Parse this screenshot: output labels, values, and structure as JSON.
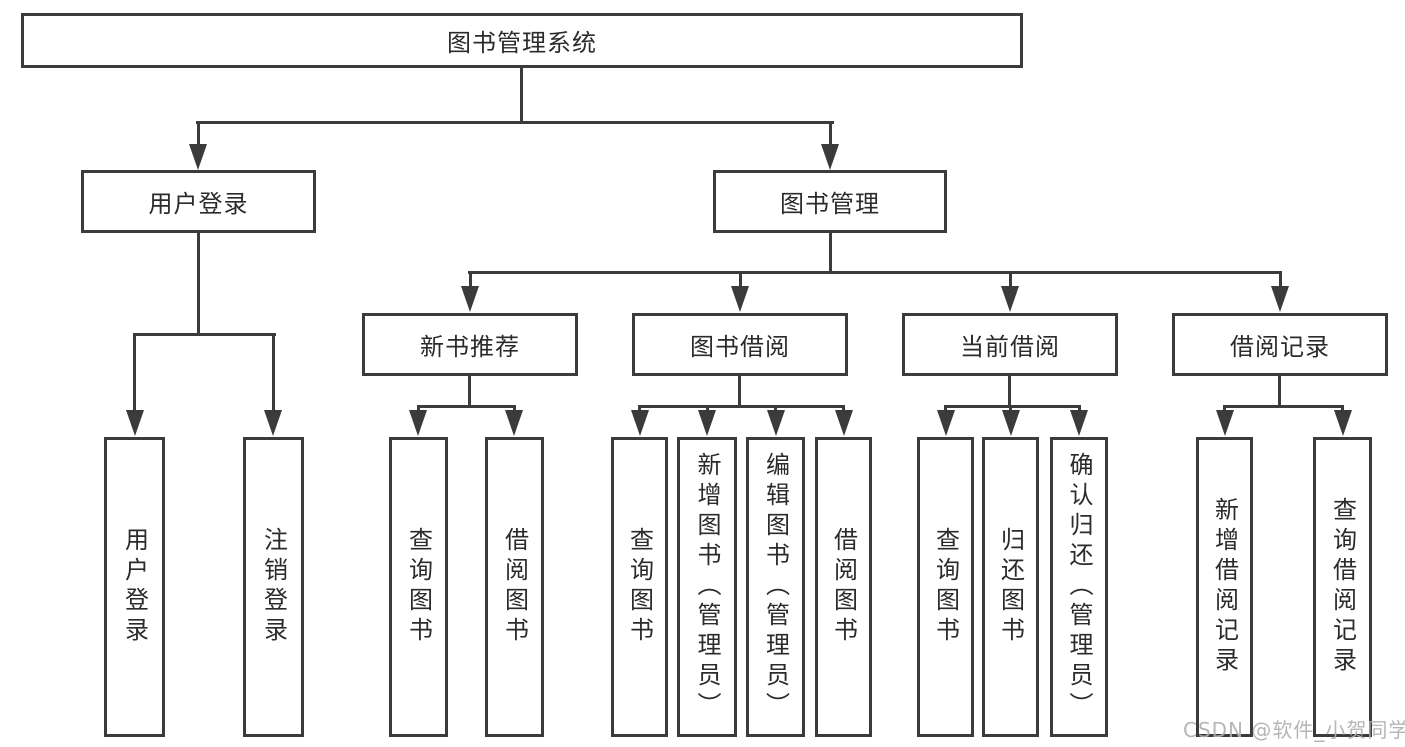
{
  "diagram": {
    "title": "图书管理系统",
    "watermark": "CSDN @软件_小贺同学",
    "colors": {
      "line": "#3b3b3b",
      "text": "#2b2b2b",
      "watermark": "#b0b0b0",
      "background": "#ffffff"
    },
    "nodes": {
      "root": {
        "label": "图书管理系统"
      },
      "user_login": {
        "label": "用户登录"
      },
      "book_mgmt": {
        "label": "图书管理"
      },
      "login": {
        "label": "用户登录"
      },
      "logout": {
        "label": "注销登录"
      },
      "new_books": {
        "label": "新书推荐"
      },
      "borrowing": {
        "label": "图书借阅"
      },
      "current": {
        "label": "当前借阅"
      },
      "records": {
        "label": "借阅记录"
      },
      "nb_query": {
        "label": "查询图书"
      },
      "nb_borrow": {
        "label": "借阅图书"
      },
      "bb_query": {
        "label": "查询图书"
      },
      "bb_add": {
        "label": "新增图书（管理员）"
      },
      "bb_edit": {
        "label": "编辑图书（管理员）"
      },
      "bb_borrow": {
        "label": "借阅图书"
      },
      "cb_query": {
        "label": "查询图书"
      },
      "cb_return": {
        "label": "归还图书"
      },
      "cb_confirm": {
        "label": "确认归还（管理员）"
      },
      "br_add": {
        "label": "新增借阅记录"
      },
      "br_query": {
        "label": "查询借阅记录"
      }
    },
    "edges": [
      {
        "from": "root",
        "to": "user_login"
      },
      {
        "from": "root",
        "to": "book_mgmt"
      },
      {
        "from": "user_login",
        "to": "login"
      },
      {
        "from": "user_login",
        "to": "logout"
      },
      {
        "from": "book_mgmt",
        "to": "new_books"
      },
      {
        "from": "book_mgmt",
        "to": "borrowing"
      },
      {
        "from": "book_mgmt",
        "to": "current"
      },
      {
        "from": "book_mgmt",
        "to": "records"
      },
      {
        "from": "new_books",
        "to": "nb_query"
      },
      {
        "from": "new_books",
        "to": "nb_borrow"
      },
      {
        "from": "borrowing",
        "to": "bb_query"
      },
      {
        "from": "borrowing",
        "to": "bb_add"
      },
      {
        "from": "borrowing",
        "to": "bb_edit"
      },
      {
        "from": "borrowing",
        "to": "bb_borrow"
      },
      {
        "from": "current",
        "to": "cb_query"
      },
      {
        "from": "current",
        "to": "cb_return"
      },
      {
        "from": "current",
        "to": "cb_confirm"
      },
      {
        "from": "records",
        "to": "br_add"
      },
      {
        "from": "records",
        "to": "br_query"
      }
    ]
  }
}
